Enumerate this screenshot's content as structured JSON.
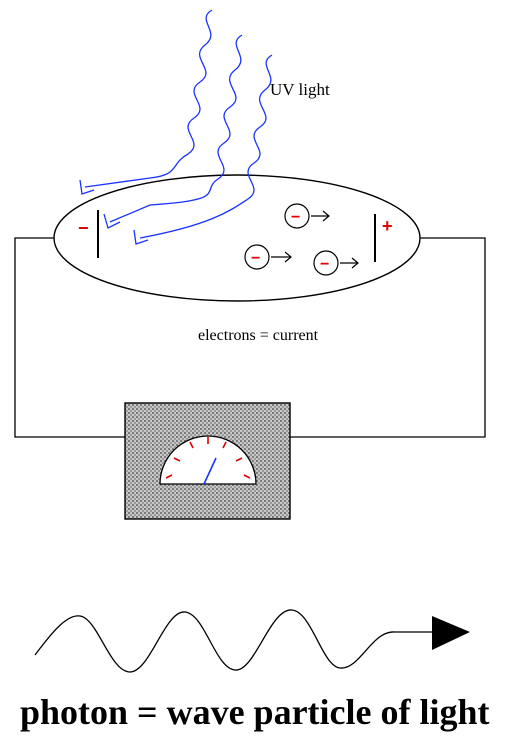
{
  "diagram": {
    "uv_label": "UV light",
    "cathode_sign": "−",
    "anode_sign": "+",
    "electron_sign": "−",
    "current_label": "electrons = current",
    "caption": "photon = wave particle of light"
  },
  "colors": {
    "uv_waves": "#1a33ff",
    "electrode_sign": "#e00000",
    "meter_ticks": "#e00000",
    "needle": "#1a33ff",
    "lines": "#000000"
  }
}
